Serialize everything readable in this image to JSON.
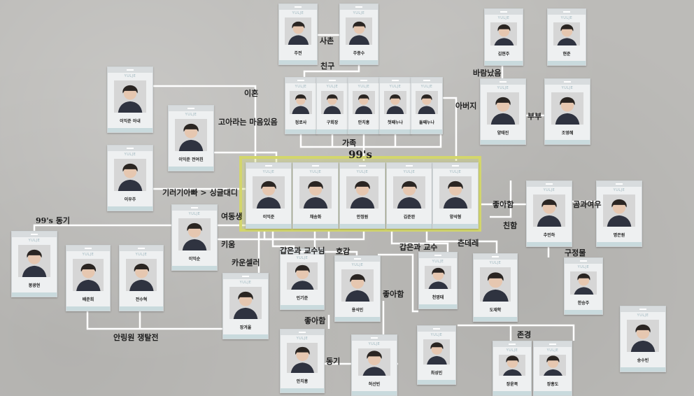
{
  "brand": "YULJE",
  "group_title": "99's",
  "cards": [
    {
      "name": "주전"
    },
    {
      "name": "주종수"
    },
    {
      "name": "김현주"
    },
    {
      "name": "현준"
    },
    {
      "name": "정로사"
    },
    {
      "name": "구회장"
    },
    {
      "name": "안치홍"
    },
    {
      "name": "첫째누나"
    },
    {
      "name": "둘째누나"
    },
    {
      "name": "양태진"
    },
    {
      "name": "조영혜"
    },
    {
      "name": "이익준 아내"
    },
    {
      "name": "이익준 전여친"
    },
    {
      "name": "이우주"
    },
    {
      "name": "이익준"
    },
    {
      "name": "채송화"
    },
    {
      "name": "안정원"
    },
    {
      "name": "김준완"
    },
    {
      "name": "양석형"
    },
    {
      "name": "이익순"
    },
    {
      "name": "봉광현"
    },
    {
      "name": "배준희"
    },
    {
      "name": "전수혁"
    },
    {
      "name": "장겨울"
    },
    {
      "name": "민기준"
    },
    {
      "name": "용석민"
    },
    {
      "name": "천명태"
    },
    {
      "name": "도재학"
    },
    {
      "name": "추민하"
    },
    {
      "name": "명은원"
    },
    {
      "name": "한승주"
    },
    {
      "name": "송수빈"
    },
    {
      "name": "안치홍"
    },
    {
      "name": "허선빈"
    },
    {
      "name": "최성민"
    },
    {
      "name": "장윤복"
    },
    {
      "name": "장홍도"
    }
  ],
  "relations": [
    "사촌",
    "친구",
    "바람났음",
    "아버지",
    "부부",
    "이혼",
    "고아라는 마음있음",
    "가족",
    "기러기아빠 > 싱글대디",
    "좋아함",
    "곰과여우",
    "99's 동기",
    "여동생",
    "친함",
    "키움",
    "갑은과 교수님",
    "호감",
    "갑은과 교수",
    "츤데레",
    "카운셀러",
    "구정물",
    "좋아함",
    "좋아함",
    "안링원 쟁탈전",
    "동기",
    "존경"
  ],
  "colors": {
    "highlight": "#d3d66c",
    "line": "#ffffff",
    "background": "#bcbbb8"
  }
}
